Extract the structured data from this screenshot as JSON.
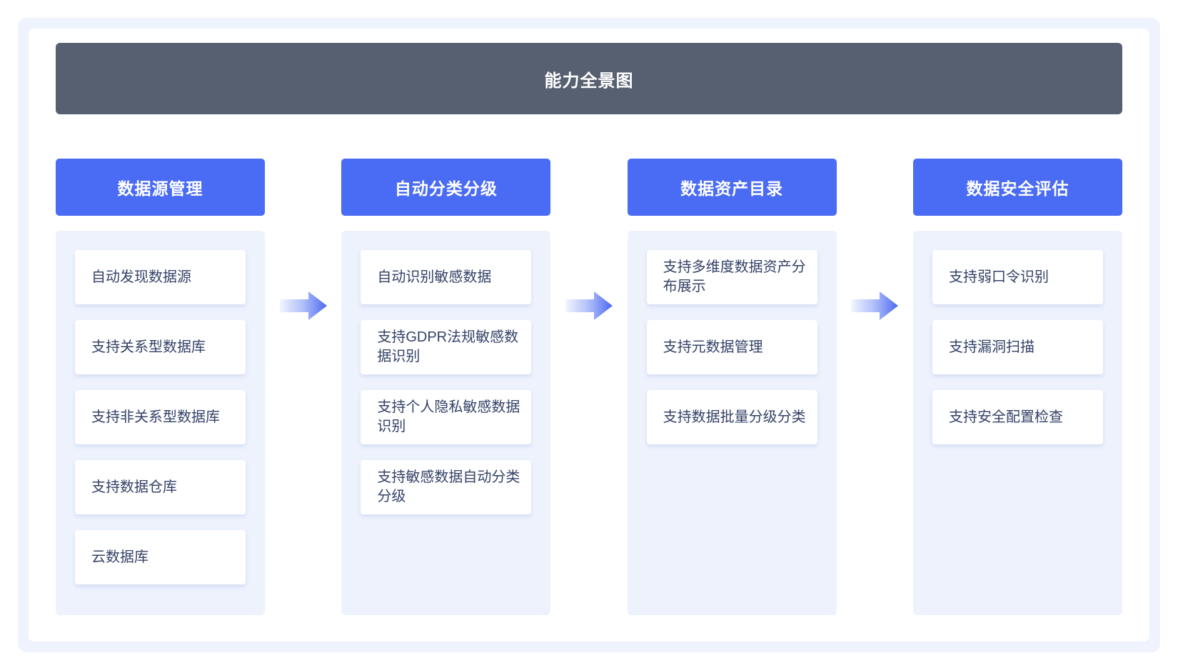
{
  "banner": {
    "title": "能力全景图"
  },
  "columns": [
    {
      "header": "数据源管理",
      "items": [
        "自动发现数据源",
        "支持关系型数据库",
        "支持非关系型数据库",
        "支持数据仓库",
        "云数据库"
      ]
    },
    {
      "header": "自动分类分级",
      "items": [
        "自动识别敏感数据",
        "支持GDPR法规敏感数据识别",
        "支持个人隐私敏感数据识别",
        "支持敏感数据自动分类分级"
      ]
    },
    {
      "header": "数据资产目录",
      "items": [
        "支持多维度数据资产分布展示",
        "支持元数据管理",
        "支持数据批量分级分类"
      ]
    },
    {
      "header": "数据安全评估",
      "items": [
        "支持弱口令识别",
        "支持漏洞扫描",
        "支持安全配置检查"
      ]
    }
  ],
  "icons": {
    "flow_arrow": "right-arrow-icon"
  },
  "colors": {
    "banner_bg": "#576070",
    "column_header_bg": "#4a6bf3",
    "panel_bg": "#edf2fd",
    "frame_bg": "#eef3fd",
    "card_bg": "#ffffff",
    "card_text": "#344267",
    "arrow_blue": "#4a6bf3"
  }
}
